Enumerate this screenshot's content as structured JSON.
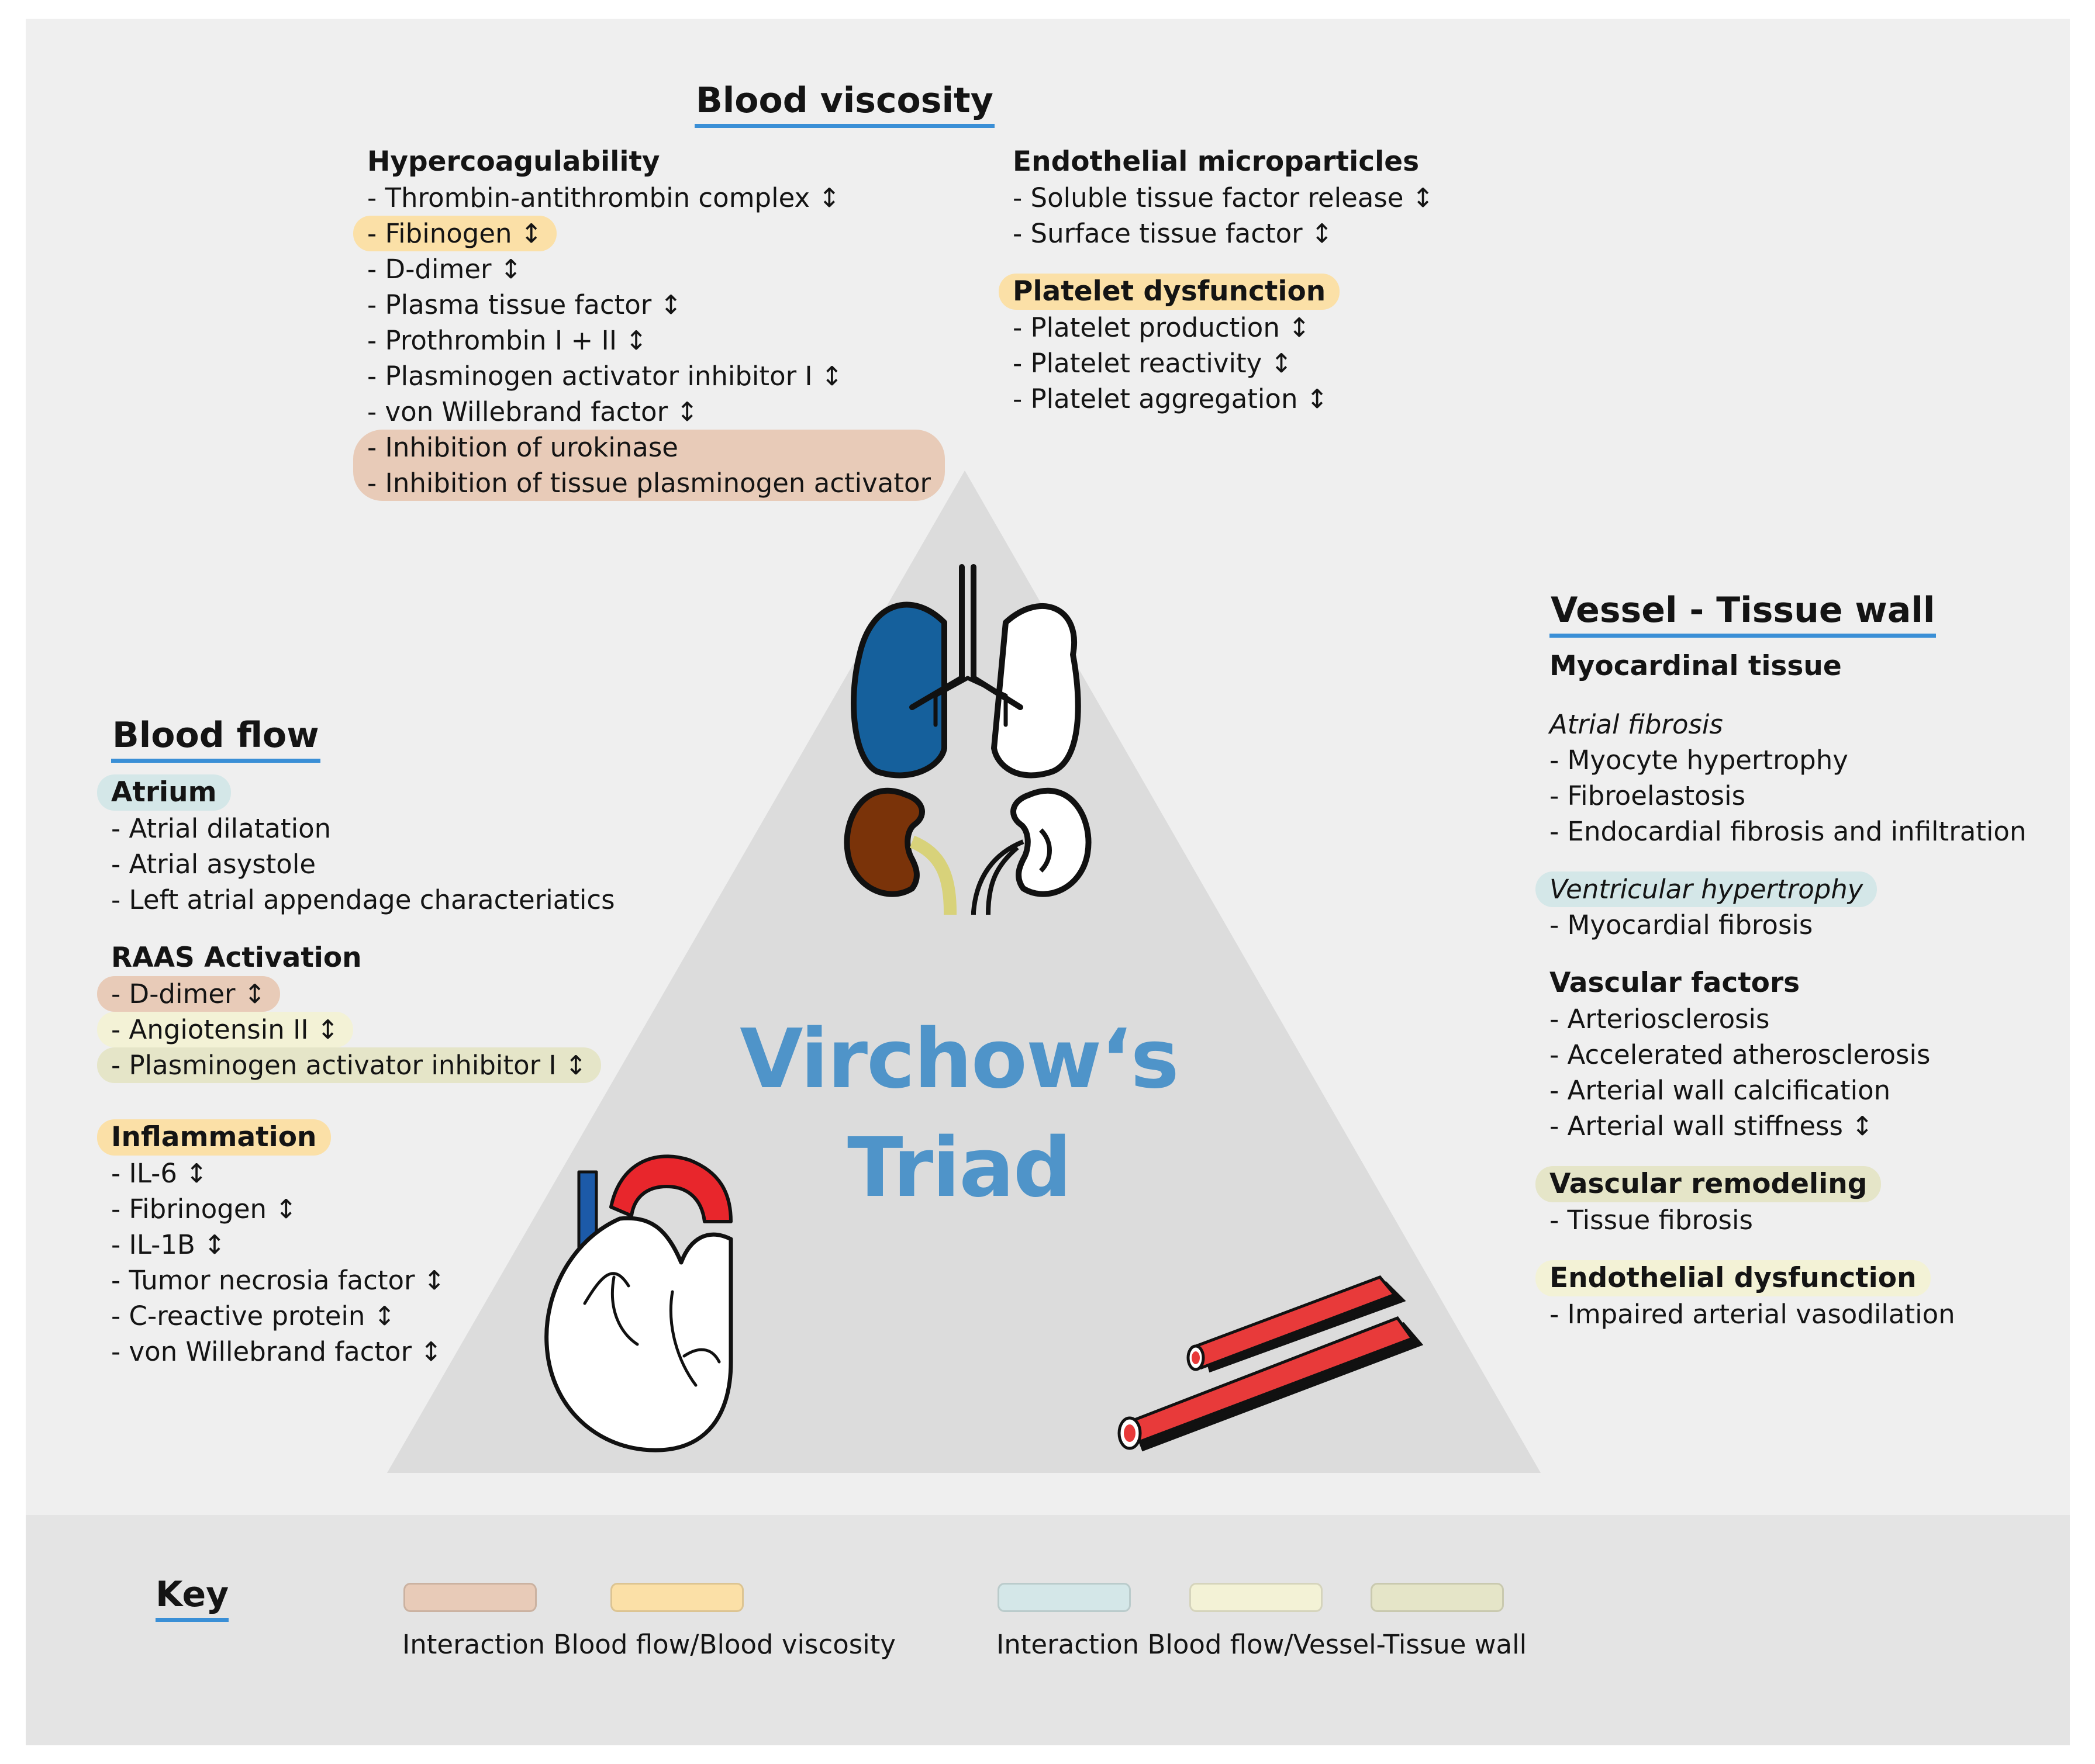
{
  "colors": {
    "peach": "#e8cbb8",
    "orange": "#fbe0a7",
    "teal": "#d4e7e8",
    "cream": "#f3f2d6",
    "olive": "#e5e5c8",
    "heading_underline": "#3a8fd6",
    "triad_text": "#4f94c9"
  },
  "title": "Virchow‘s Triad",
  "title_lines": [
    "Virchow‘s",
    "Triad"
  ],
  "blood_viscosity": {
    "heading": "Blood viscosity",
    "hypercoagulability": {
      "title": "Hypercoagulability",
      "items": [
        "- Thrombin-antithrombin complex ↕",
        "- Fibinogen ↕",
        "- D-dimer ↕",
        "- Plasma tissue factor ↕",
        "- Prothrombin I + II ↕",
        "- Plasminogen activator inhibitor I ↕",
        "- von Willebrand factor ↕",
        "- Inhibition of urokinase",
        "- Inhibition of tissue plasminogen activator"
      ]
    },
    "endothelial_microparticles": {
      "title": "Endothelial microparticles",
      "items": [
        "- Soluble tissue factor release ↕",
        "- Surface tissue factor ↕"
      ]
    },
    "platelet_dysfunction": {
      "title": "Platelet dysfunction",
      "items": [
        "- Platelet production ↕",
        "- Platelet reactivity ↕",
        "- Platelet aggregation ↕"
      ]
    }
  },
  "blood_flow": {
    "heading": "Blood flow",
    "atrium": {
      "title": "Atrium",
      "items": [
        "- Atrial dilatation",
        "- Atrial asystole",
        "- Left atrial appendage characteriatics"
      ]
    },
    "raas": {
      "title": "RAAS Activation",
      "items": [
        "- D-dimer ↕",
        "- Angiotensin II ↕",
        "- Plasminogen activator inhibitor I ↕"
      ]
    },
    "inflammation": {
      "title": "Inflammation",
      "items": [
        "- IL-6 ↕",
        "- Fibrinogen ↕",
        "- IL-1B ↕",
        "- Tumor necrosia factor ↕",
        "- C-reactive protein ↕",
        "- von Willebrand factor ↕"
      ]
    }
  },
  "vessel_wall": {
    "heading": "Vessel - Tissue wall",
    "myocardial": {
      "title": "Myocardinal tissue"
    },
    "atrial_fibrosis": {
      "title": "Atrial fibrosis",
      "items": [
        "- Myocyte hypertrophy",
        "- Fibroelastosis",
        "- Endocardial fibrosis and infiltration"
      ]
    },
    "ventricular": {
      "title": "Ventricular hypertrophy",
      "items": [
        "- Myocardial fibrosis"
      ]
    },
    "vascular_factors": {
      "title": "Vascular factors",
      "items": [
        "- Arteriosclerosis",
        "- Accelerated atherosclerosis",
        "- Arterial wall calcification",
        "- Arterial wall stiffness ↕"
      ]
    },
    "remodeling": {
      "title": "Vascular remodeling",
      "items": [
        "- Tissue fibrosis"
      ]
    },
    "endothelial_dysfunction": {
      "title": "Endothelial dysfunction",
      "items": [
        "- Impaired arterial vasodilation"
      ]
    }
  },
  "key": {
    "title": "Key",
    "label_viscosity": "Interaction Blood flow/Blood viscosity",
    "label_vessel": "Interaction Blood flow/Vessel-Tissue wall"
  },
  "icons": [
    "lungs-icon",
    "kidneys-icon",
    "heart-icon",
    "blood-vessel-icon"
  ]
}
